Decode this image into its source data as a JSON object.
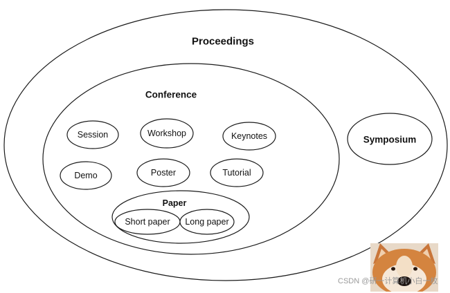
{
  "diagram": {
    "nodes": {
      "proceedings": "Proceedings",
      "conference": "Conference",
      "symposium": "Symposium",
      "session": "Session",
      "workshop": "Workshop",
      "keynotes": "Keynotes",
      "demo": "Demo",
      "poster": "Poster",
      "tutorial": "Tutorial",
      "paper": "Paper",
      "short_paper": "Short paper",
      "long_paper": "Long paper"
    },
    "containment": [
      {
        "parent": "Proceedings",
        "children": [
          "Conference",
          "Symposium"
        ]
      },
      {
        "parent": "Conference",
        "children": [
          "Session",
          "Workshop",
          "Keynotes",
          "Demo",
          "Poster",
          "Tutorial",
          "Paper"
        ]
      },
      {
        "parent": "Paper",
        "children": [
          "Short paper",
          "Long paper"
        ]
      }
    ]
  },
  "watermark": {
    "text": "CSDN @研一计算机小白一枚"
  },
  "colors": {
    "stroke": "#1a1a1a",
    "text": "#111111",
    "watermark": "#9a9a9a"
  }
}
